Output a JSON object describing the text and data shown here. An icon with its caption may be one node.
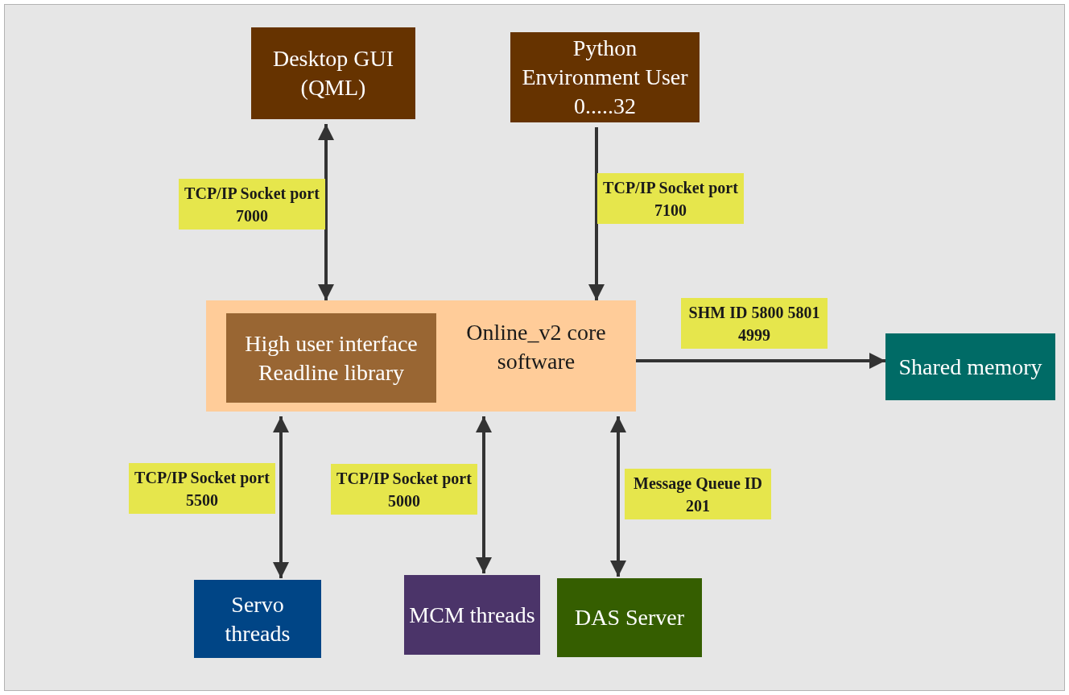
{
  "diagram": {
    "nodes": [
      {
        "text": [
          "Desktop GUI (QML)"
        ]
      },
      {
        "text": [
          "Python Environment User 0.....32"
        ]
      },
      {
        "text": [
          "Online_v2 core software"
        ]
      },
      {
        "text": [
          "High user interface Readline library"
        ],
        "in": 2
      },
      {
        "text": [
          "Shared memory"
        ]
      },
      {
        "text": [
          "Servo threads"
        ]
      },
      {
        "text": [
          "MCM threads"
        ]
      },
      {
        "text": [
          "DAS Server"
        ]
      }
    ],
    "edges": [
      {
        "from": 0,
        "to": 2,
        "arrow": "both",
        "label": "TCP/IP Socket port 7000"
      },
      {
        "from": 1,
        "to": 2,
        "arrow": "to",
        "label": "TCP/IP Socket port 7100"
      },
      {
        "from": 2,
        "to": 4,
        "arrow": "to",
        "label": "SHM ID 5800 5801 4999"
      },
      {
        "from": 5,
        "to": 2,
        "arrow": "both",
        "label": "TCP/IP Socket port 5500"
      },
      {
        "from": 6,
        "to": 2,
        "arrow": "both",
        "label": "TCP/IP Socket port 5000"
      },
      {
        "from": 7,
        "to": 2,
        "arrow": "both",
        "label": "Message Queue ID 201"
      }
    ]
  }
}
